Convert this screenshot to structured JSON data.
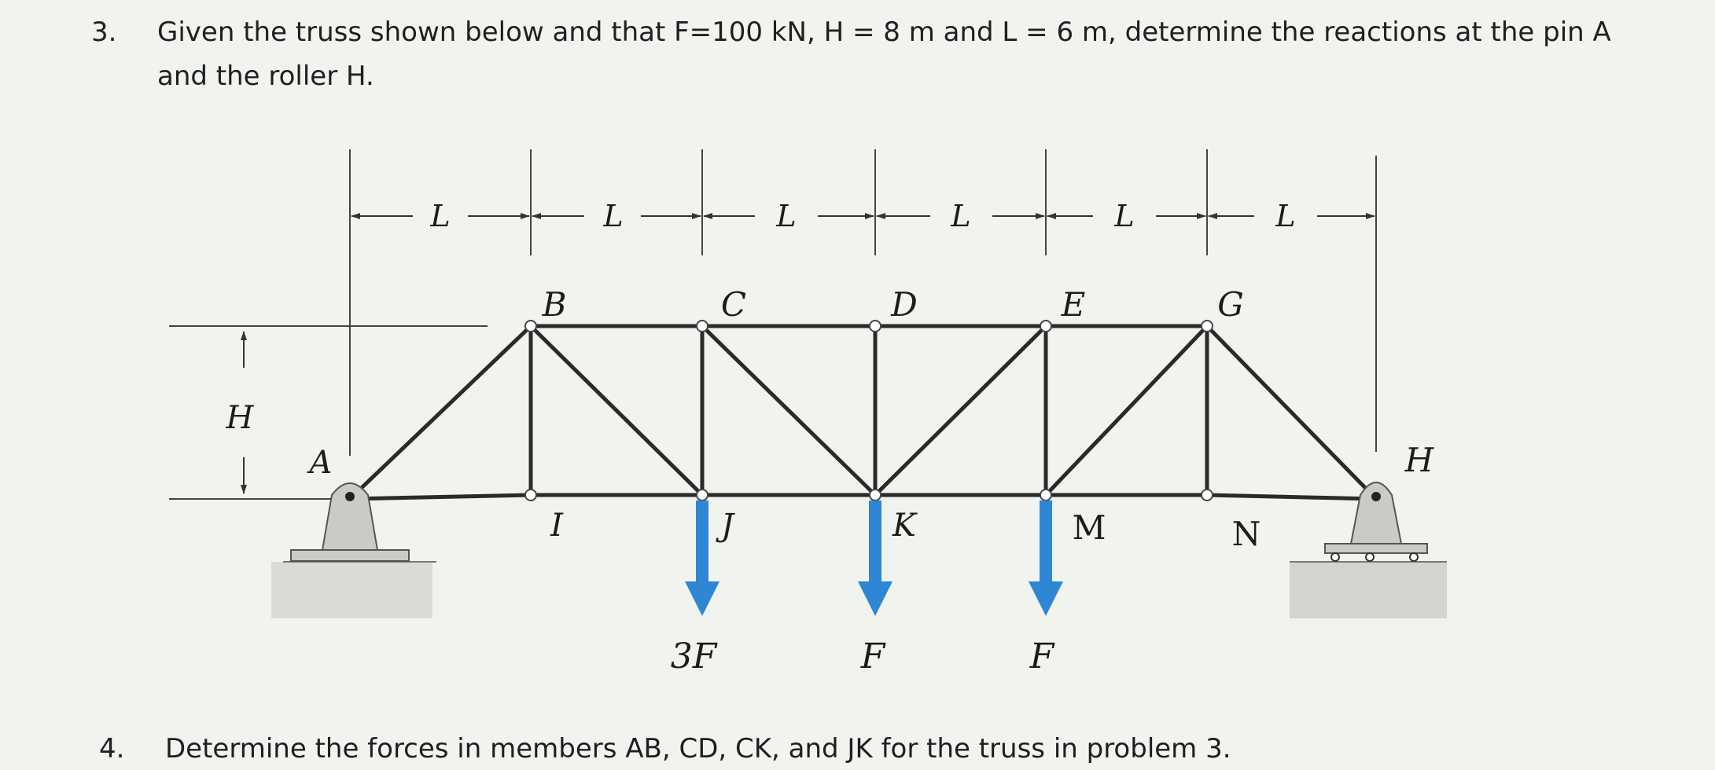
{
  "problem3": {
    "number": "3.",
    "line1": "Given the truss shown below and that F=100 kN, H = 8 m and L = 6 m, determine the reactions at the pin A",
    "line2": "and the roller H."
  },
  "problem4": {
    "number": "4.",
    "text": "Determine the forces in members AB, CD, CK, and JK for the truss in problem 3."
  },
  "diagram": {
    "dimension_labels": [
      "L",
      "L",
      "L",
      "L",
      "L",
      "L"
    ],
    "height_label": "H",
    "nodes": {
      "A": "A",
      "B": "B",
      "C": "C",
      "D": "D",
      "E": "E",
      "G": "G",
      "H": "H",
      "I": "I",
      "J": "J",
      "K": "K",
      "M": "M",
      "N": "N"
    },
    "loads": {
      "J": "3F",
      "K": "F",
      "M": "F"
    },
    "load_color": "#2f86d4",
    "member_color": "#2a2a2a",
    "support_color": "#c9ccc6"
  }
}
